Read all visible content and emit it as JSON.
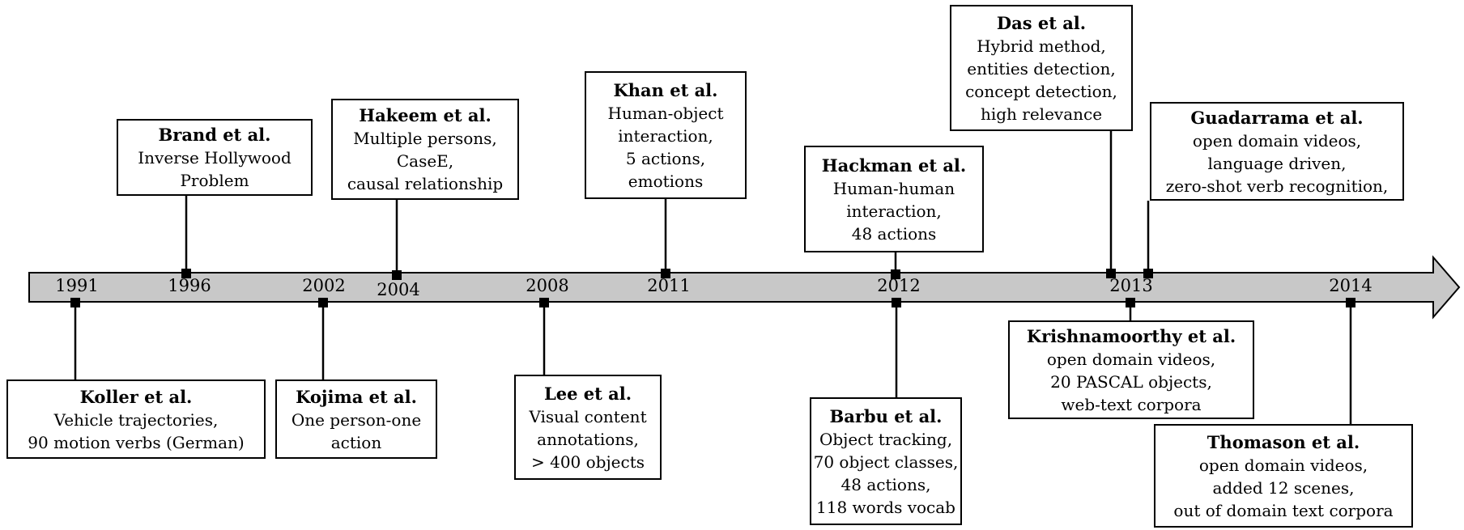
{
  "timeline": {
    "years": [
      "1991",
      "1996",
      "2002",
      "2004",
      "2008",
      "2011",
      "2012",
      "2013",
      "2014"
    ],
    "entries": [
      {
        "id": "brand",
        "author": "Brand et al.",
        "year": "1996",
        "lines": [
          "Inverse Hollywood",
          "Problem"
        ]
      },
      {
        "id": "hakeem",
        "author": "Hakeem et al.",
        "year": "2004",
        "lines": [
          "Multiple persons,",
          "CaseE,",
          "causal relationship"
        ]
      },
      {
        "id": "khan",
        "author": "Khan et al.",
        "year": "2011",
        "lines": [
          "Human-object",
          "interaction,",
          "5 actions,",
          "emotions"
        ]
      },
      {
        "id": "hackman",
        "author": "Hackman et al.",
        "year": "2012",
        "lines": [
          "Human-human",
          "interaction,",
          "48 actions"
        ]
      },
      {
        "id": "das",
        "author": "Das et al.",
        "year": "2013",
        "lines": [
          "Hybrid method,",
          "entities detection,",
          "concept detection,",
          "high relevance"
        ]
      },
      {
        "id": "guadarrama",
        "author": "Guadarrama et al.",
        "year": "2013",
        "lines": [
          "open domain videos,",
          "language driven,",
          "zero-shot verb recognition,"
        ]
      },
      {
        "id": "koller",
        "author": "Koller et al.",
        "year": "1991",
        "lines": [
          "Vehicle trajectories,",
          "90 motion verbs (German)"
        ]
      },
      {
        "id": "kojima",
        "author": "Kojima et al.",
        "year": "2002",
        "lines": [
          "One person-one",
          "action"
        ]
      },
      {
        "id": "lee",
        "author": "Lee et al.",
        "year": "2008",
        "lines": [
          "Visual content",
          "annotations,",
          "> 400 objects"
        ]
      },
      {
        "id": "barbu",
        "author": "Barbu et al.",
        "year": "2012",
        "lines": [
          "Object tracking,",
          "70 object classes,",
          "48 actions,",
          "118 words vocab"
        ]
      },
      {
        "id": "krishnamoorthy",
        "author": "Krishnamoorthy et al.",
        "year": "2013",
        "lines": [
          "open domain videos,",
          "20 PASCAL objects,",
          "web-text corpora"
        ]
      },
      {
        "id": "thomason",
        "author": "Thomason et al.",
        "year": "2014",
        "lines": [
          "open domain videos,",
          "added 12 scenes,",
          "out of domain text corpora"
        ]
      }
    ]
  },
  "colors": {
    "arrow_fill": "#c8c8c8",
    "stroke": "#000000",
    "box_bg": "#ffffff"
  }
}
